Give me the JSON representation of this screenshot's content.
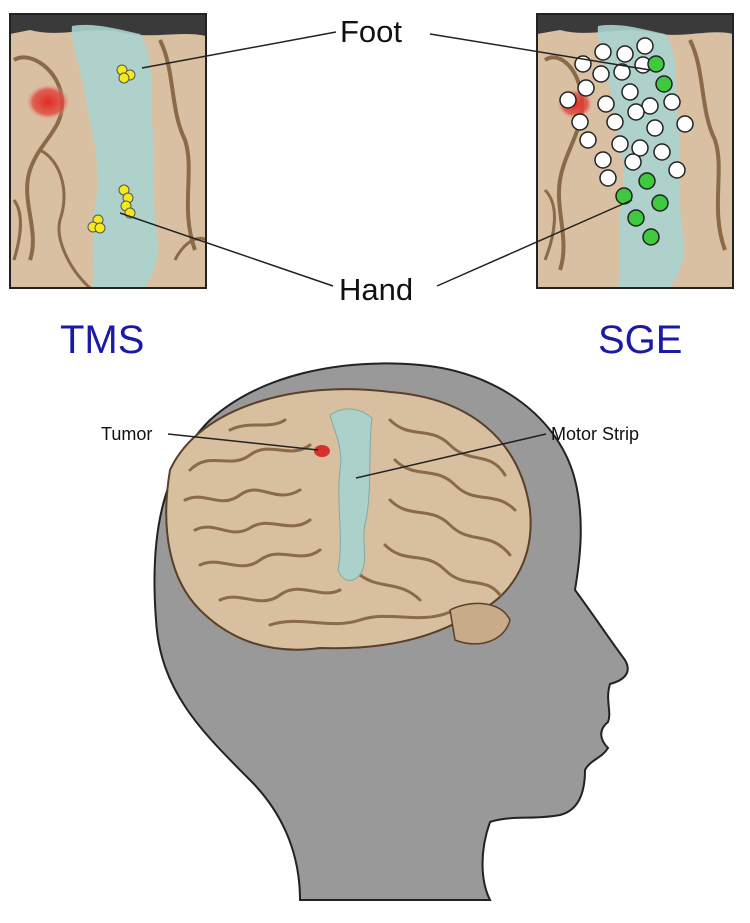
{
  "labels": {
    "foot": "Foot",
    "hand": "Hand",
    "tms": "TMS",
    "sge": "SGE",
    "tumor": "Tumor",
    "motor_strip": "Motor Strip"
  },
  "colors": {
    "cortex": "#d8bfa0",
    "sulcus": "#8a6a48",
    "motor_strip": "#a9d3cf",
    "tumor": "#d8312b",
    "tms_marker": "#f2ea1a",
    "sge_positive": "#3ec93e",
    "sge_negative": "#ffffff",
    "head": "#999999",
    "title_blue": "#1a1aa6"
  }
}
